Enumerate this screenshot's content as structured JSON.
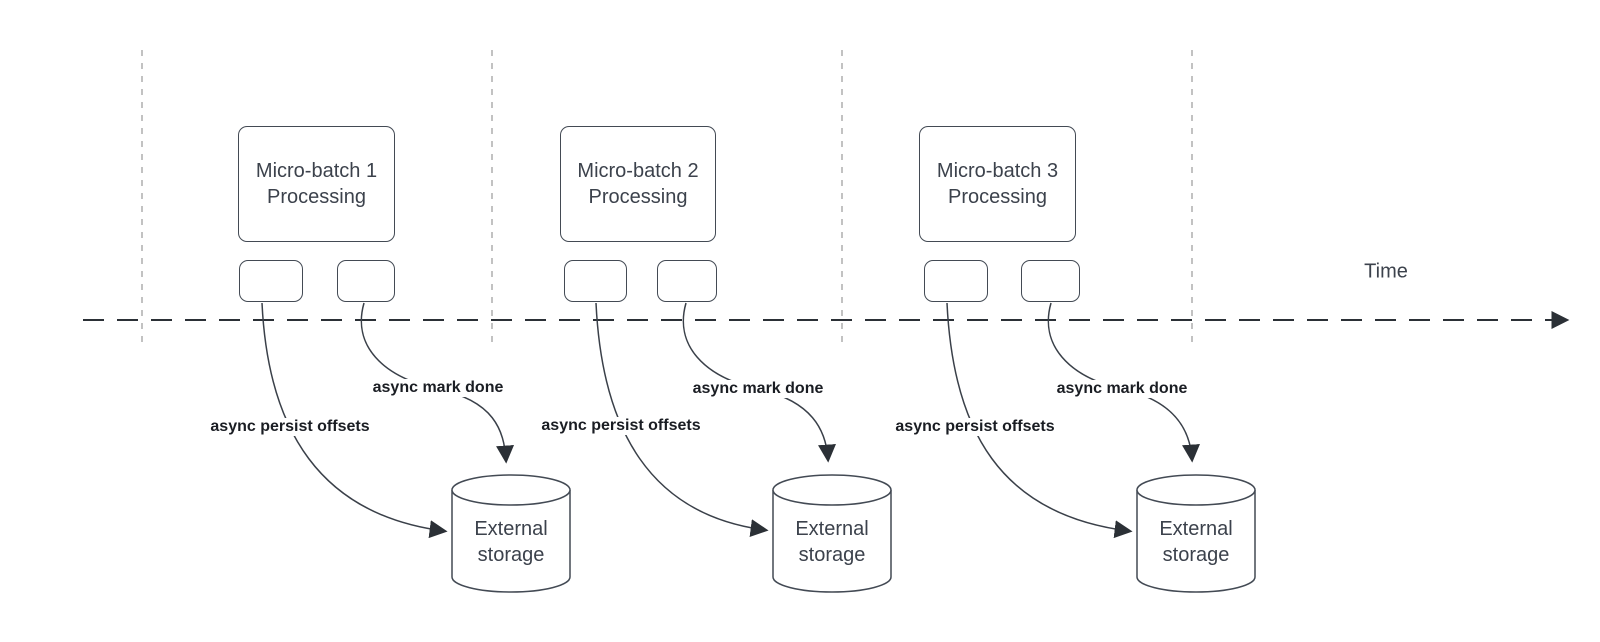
{
  "diagram": {
    "kind": "micro-batch-processing-timeline",
    "time_label": "Time",
    "colors": {
      "background": "#ffffff",
      "node_stroke": "#434a54",
      "axis_stroke": "#2b3036",
      "guide_stroke": "#b3b3b3",
      "node_text": "#3c424c",
      "edge_label_text": "#1a1d23"
    },
    "batches": [
      {
        "box_line1": "Micro-batch 1",
        "box_line2": "Processing",
        "persist_label": "async persist offsets",
        "mark_done_label": "async mark done",
        "storage_line1": "External",
        "storage_line2": "storage"
      },
      {
        "box_line1": "Micro-batch 2",
        "box_line2": "Processing",
        "persist_label": "async persist offsets",
        "mark_done_label": "async mark done",
        "storage_line1": "External",
        "storage_line2": "storage"
      },
      {
        "box_line1": "Micro-batch 3",
        "box_line2": "Processing",
        "persist_label": "async persist offsets",
        "mark_done_label": "async mark done",
        "storage_line1": "External",
        "storage_line2": "storage"
      }
    ]
  }
}
